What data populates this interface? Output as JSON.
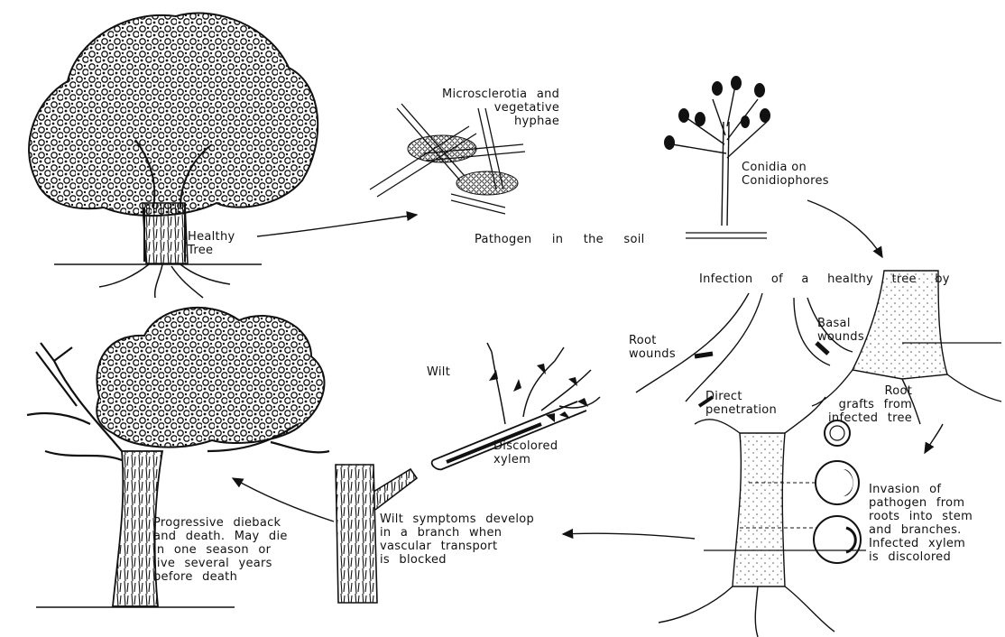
{
  "labels": {
    "healthy_tree": "Healthy\nTree",
    "microsclerotia": "Microsclerotia and\nvegetative\nhyphae",
    "conidia": "Conidia on\nConidiophores",
    "pathogen_soil": "Pathogen in the soil",
    "infection": "Infection of a healthy tree by",
    "root_wounds": "Root\nwounds",
    "basal_wounds": "Basal\nwounds",
    "direct_penetration": "Direct\npenetration",
    "root_grafts": "Root\ngrafts from\ninfected tree",
    "wilt": "Wilt",
    "discolored_xylem": "Discolored\nxylem",
    "invasion": "Invasion of\npathogen from\nroots into stem\nand branches.\nInfected xylem\nis discolored",
    "wilt_symptoms": "Wilt symptoms develop\nin a branch when\nvascular transport\nis blocked",
    "progressive_dieback": "Progressive dieback\nand death. May die\nin one season or\nlive several years\nbefore death"
  },
  "colors": {
    "ink": "#111111",
    "paper": "#ffffff",
    "stipple": "#555555"
  }
}
